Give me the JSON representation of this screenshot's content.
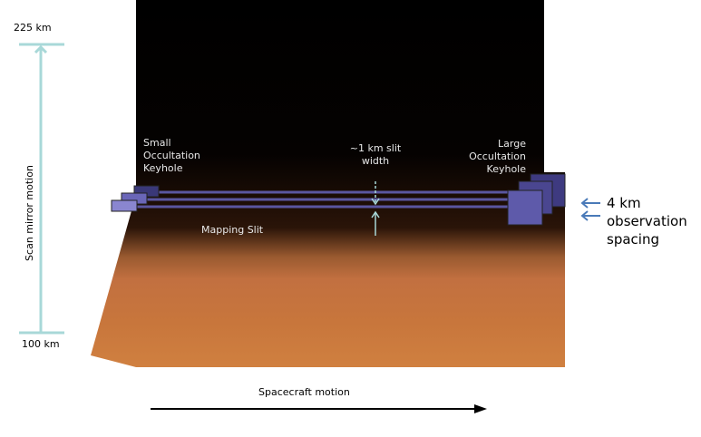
{
  "scale": {
    "top_label": "225 km",
    "bottom_label": "100 km",
    "axis_label": "Scan mirror motion"
  },
  "labels": {
    "small_keyhole": [
      "Small",
      "Occultation",
      "Keyhole"
    ],
    "large_keyhole": [
      "Large",
      "Occultation",
      "Keyhole"
    ],
    "slit_width": [
      "~1 km slit",
      "width"
    ],
    "mapping_slit": "Mapping Slit",
    "spacing": [
      "4 km",
      "observation",
      "spacing"
    ],
    "spacecraft_motion": "Spacecraft motion"
  },
  "colors": {
    "sky": "#000000",
    "mars": "#c8743a",
    "slit": "#5a56a0",
    "scale_bar": "#a8d8d8",
    "arrow": "#4a7ab8"
  }
}
